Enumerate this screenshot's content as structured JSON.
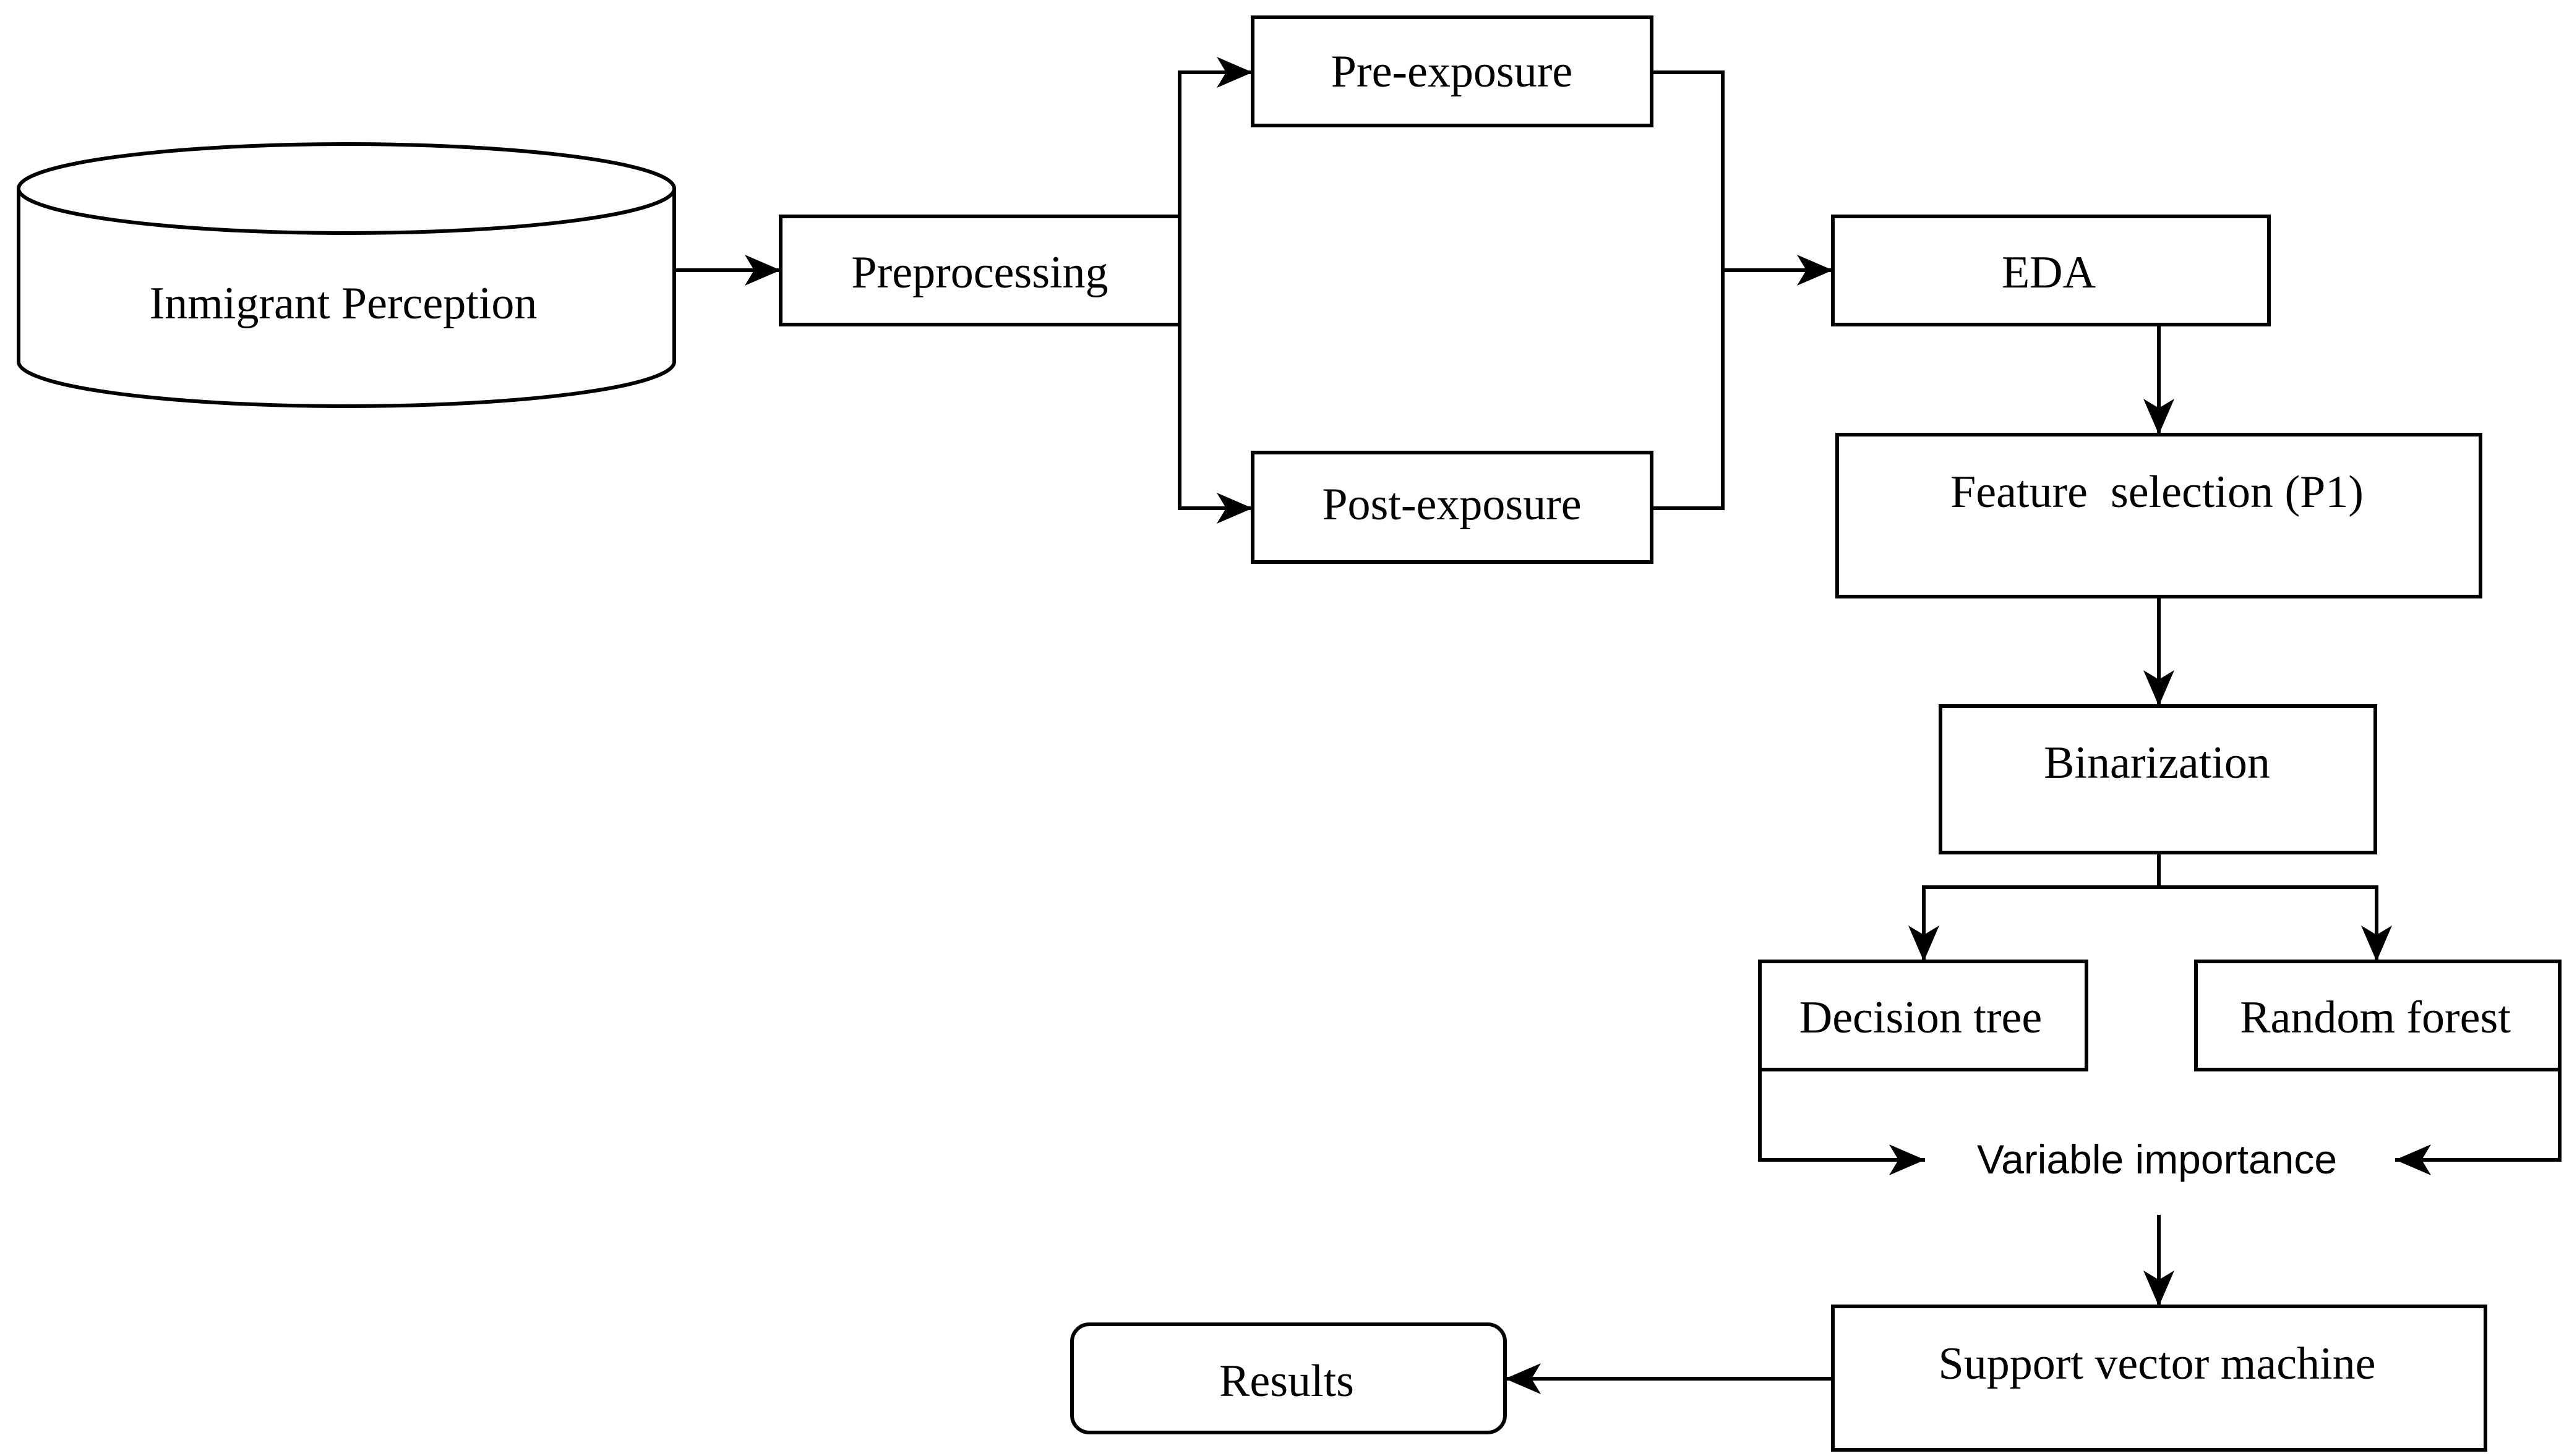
{
  "nodes": {
    "database": "Inmigrant Perception",
    "preprocessing": "Preprocessing",
    "pre_exposure": "Pre-exposure",
    "post_exposure": "Post-exposure",
    "eda": "EDA",
    "feature_selection": "Feature  selection (P1)",
    "binarization": "Binarization",
    "decision_tree": "Decision tree",
    "random_forest": "Random forest",
    "variable_importance": "Variable importance",
    "svm": "Support vector machine",
    "results": "Results"
  },
  "edges": [
    [
      "database",
      "preprocessing"
    ],
    [
      "preprocessing",
      "pre_exposure"
    ],
    [
      "preprocessing",
      "post_exposure"
    ],
    [
      "pre_exposure",
      "eda"
    ],
    [
      "post_exposure",
      "eda"
    ],
    [
      "eda",
      "feature_selection"
    ],
    [
      "feature_selection",
      "binarization"
    ],
    [
      "binarization",
      "decision_tree"
    ],
    [
      "binarization",
      "random_forest"
    ],
    [
      "decision_tree",
      "variable_importance"
    ],
    [
      "random_forest",
      "variable_importance"
    ],
    [
      "variable_importance",
      "svm"
    ],
    [
      "svm",
      "results"
    ]
  ]
}
